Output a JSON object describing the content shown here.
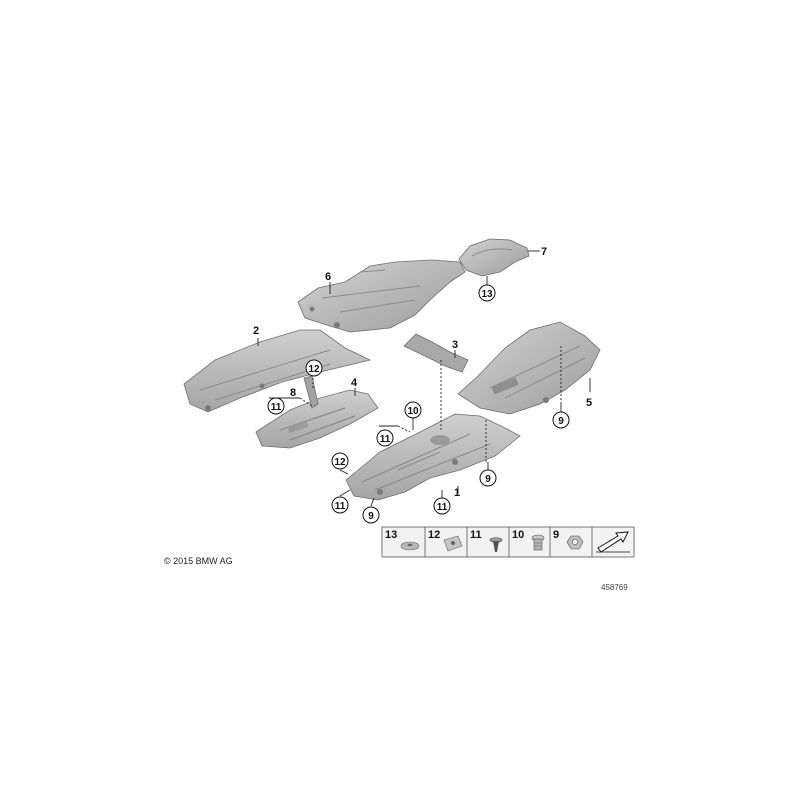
{
  "callouts": {
    "p1": "1",
    "p2": "2",
    "p3": "3",
    "p4": "4",
    "p5": "5",
    "p6": "6",
    "p7": "7",
    "p8": "8"
  },
  "circled": {
    "c13_top": "13",
    "c12_left": "12",
    "c11_left_a": "11",
    "c10": "10",
    "c11_mid": "11",
    "c12_bottom": "12",
    "c11_bottom_left": "11",
    "c9_bottom": "9",
    "c11_bottom_mid": "11",
    "c9_mid": "9",
    "c9_right": "9"
  },
  "legend": {
    "items": [
      {
        "label": "13",
        "icon": "flat-washer-icon"
      },
      {
        "label": "12",
        "icon": "clip-nut-icon"
      },
      {
        "label": "11",
        "icon": "expanding-rivet-icon"
      },
      {
        "label": "10",
        "icon": "bolt-icon"
      },
      {
        "label": "9",
        "icon": "hex-nut-icon"
      }
    ],
    "direction_icon": "direction-arrow-icon"
  },
  "footer": {
    "copyright": "© 2015 BMW AG",
    "diagram_number": "458769"
  },
  "colors": {
    "panel_fill": "#b9b9b9",
    "panel_light": "#d2d2d2",
    "panel_dark": "#8f8f8f",
    "ink": "#111111"
  }
}
